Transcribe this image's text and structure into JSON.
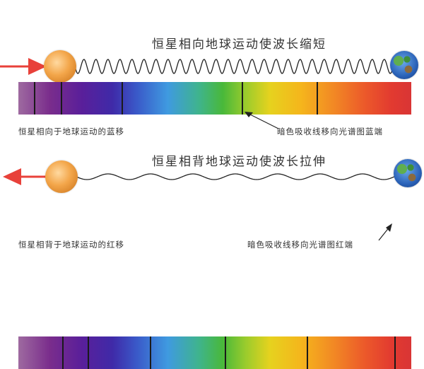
{
  "blueshift": {
    "title": "恒星相向地球运动使波长缩短",
    "left_caption": "恒星相向于地球运动的蓝移",
    "right_caption": "暗色吸收线移向光谱图蓝端"
  },
  "redshift": {
    "title": "恒星相背地球运动使波长拉伸",
    "left_caption": "恒星相背于地球运动的红移",
    "right_caption": "暗色吸收线移向光谱图红端"
  },
  "colors": {
    "arrow": "#e8413a",
    "absorption_line": "#1a1a1a",
    "wave": "#222222"
  },
  "icons": {
    "star": "star-sun-icon",
    "earth": "earth-globe-icon",
    "arrow": "red-arrow-icon"
  }
}
